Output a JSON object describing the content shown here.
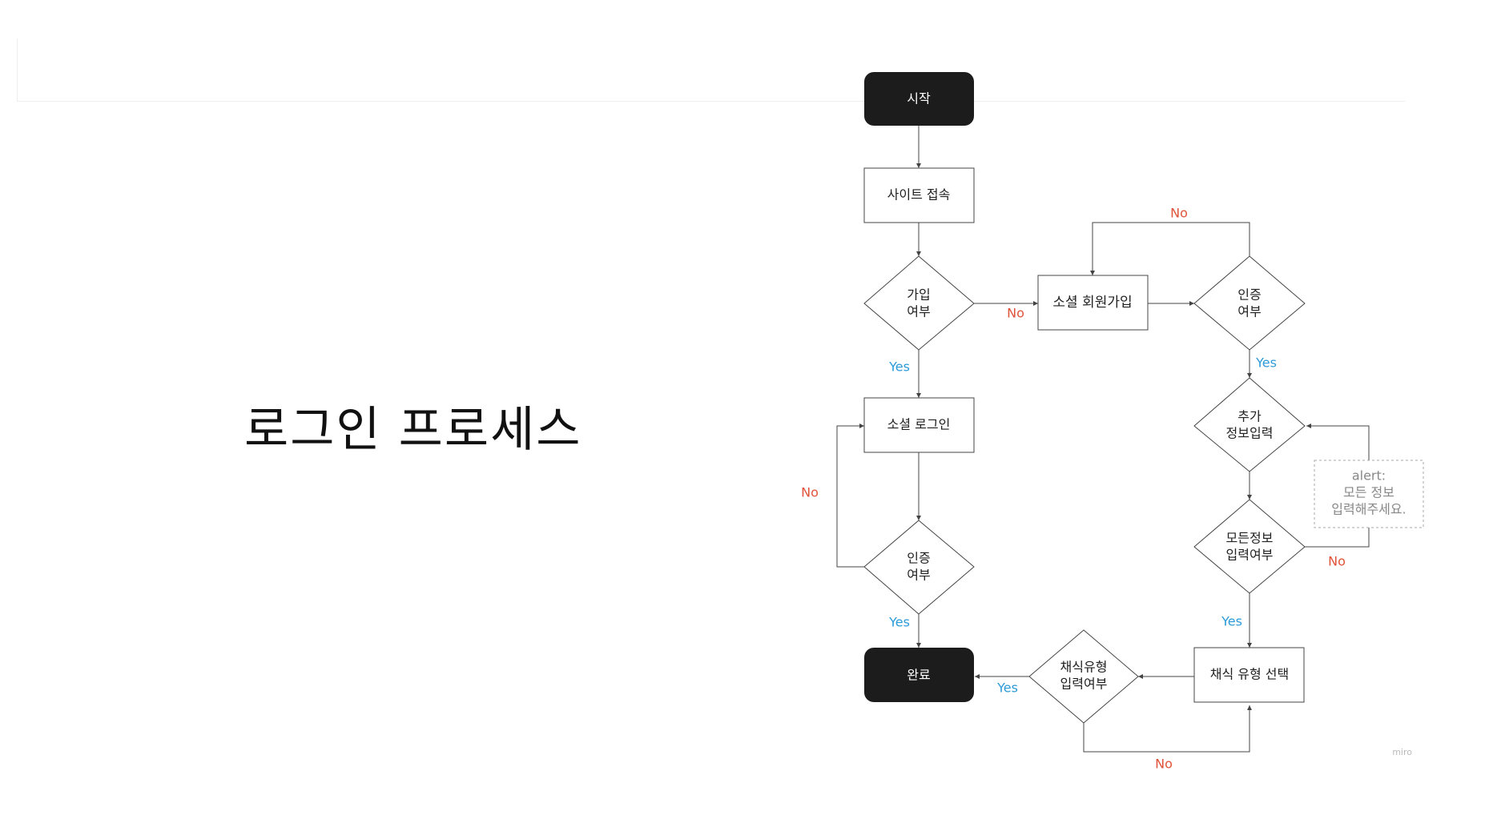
{
  "title": "로그인 프로세스",
  "colors": {
    "terminal": "#1c1c1c",
    "yes": "#2b9bd9",
    "no": "#e0533a",
    "line": "#444444",
    "alert": "#888888"
  },
  "nodes": {
    "start": {
      "text": "시작"
    },
    "site_access": {
      "text": "사이트 접속"
    },
    "signup_check": {
      "lines": [
        "가입",
        "여부"
      ]
    },
    "social_login": {
      "text": "소셜 로그인"
    },
    "auth_check_1": {
      "lines": [
        "인증",
        "여부"
      ]
    },
    "done": {
      "text": "완료"
    },
    "social_signup": {
      "text": "소셜 회원가입"
    },
    "auth_check_2": {
      "lines": [
        "인증",
        "여부"
      ]
    },
    "extra_info": {
      "lines": [
        "추가",
        "정보입력"
      ]
    },
    "all_info_check": {
      "lines": [
        "모든정보",
        "입력여부"
      ]
    },
    "diet_select": {
      "text": "채식 유형 선택"
    },
    "diet_check": {
      "lines": [
        "채식유형",
        "입력여부"
      ]
    },
    "alert_note": {
      "lines": [
        "alert:",
        "모든 정보",
        "입력해주세요."
      ]
    }
  },
  "edges": {
    "signup_yes": "Yes",
    "signup_no": "No",
    "auth1_yes": "Yes",
    "auth1_no": "No",
    "auth2_no": "No",
    "auth2_yes": "Yes",
    "allinfo_no": "No",
    "allinfo_yes": "Yes",
    "diet_yes": "Yes",
    "diet_no": "No"
  },
  "watermark": "miro"
}
